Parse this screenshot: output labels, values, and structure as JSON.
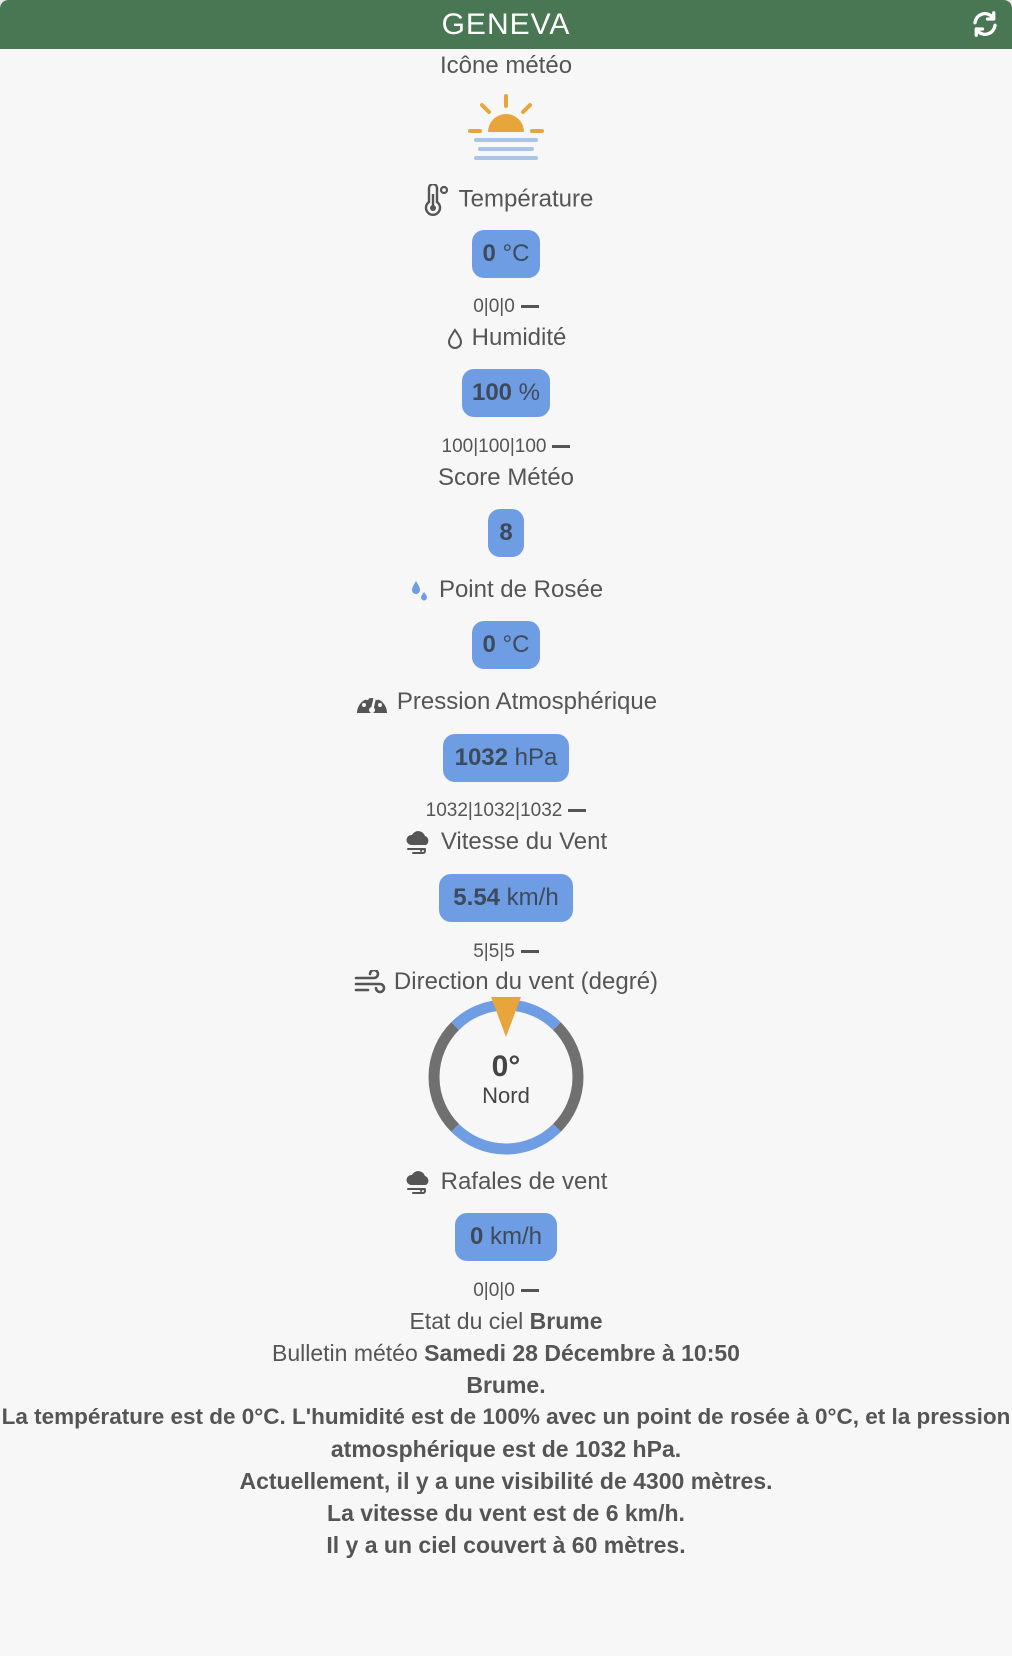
{
  "header": {
    "title": "GENEVA",
    "refresh_icon": "refresh-icon"
  },
  "weather_icon": {
    "label": "Icône météo",
    "icon": "sun-haze-icon"
  },
  "temperature": {
    "label": "Température",
    "value": "0",
    "unit": " °C",
    "minmax": "0|0|0",
    "icon": "thermometer-icon"
  },
  "humidity": {
    "label": "Humidité",
    "value": "100",
    "unit": " %",
    "minmax": "100|100|100",
    "icon": "droplet-icon"
  },
  "score": {
    "label": "Score Météo",
    "value": "8"
  },
  "dew_point": {
    "label": "Point de Rosée",
    "value": "0",
    "unit": " °C",
    "icon": "dew-drops-icon"
  },
  "pressure": {
    "label": "Pression Atmosphérique",
    "value": "1032",
    "unit": " hPa",
    "minmax": "1032|1032|1032",
    "icon": "gauge-icon"
  },
  "wind_speed": {
    "label": "Vitesse du Vent",
    "value": "5.54",
    "unit": " km/h",
    "minmax": "5|5|5",
    "icon": "cloud-wind-icon"
  },
  "wind_direction": {
    "label": "Direction du vent (degré)",
    "degrees": "0°",
    "cardinal": "Nord",
    "angle": 0,
    "icon": "wind-icon",
    "colors": {
      "ring_blue": "#6f9de3",
      "ring_gray": "#707070",
      "pointer": "#e7a53c"
    }
  },
  "gusts": {
    "label": "Rafales de vent",
    "value": "0",
    "unit": " km/h",
    "minmax": "0|0|0",
    "icon": "cloud-wind-icon"
  },
  "sky": {
    "label": "Etat du ciel ",
    "value": "Brume"
  },
  "bulletin": {
    "label": "Bulletin météo ",
    "date": "Samedi 28 Décembre à 10:50",
    "lines": [
      "Brume.",
      "La température est de 0°C. L'humidité est de 100% avec un point de rosée à 0°C, et la pression",
      "atmosphérique est de 1032 hPa.",
      "Actuellement, il y a une visibilité de 4300 mètres.",
      "La vitesse du vent est de 6 km/h.",
      "Il y a un ciel couvert à 60 mètres."
    ]
  },
  "colors": {
    "header_bg": "#4a7753",
    "badge_bg": "#6f9de3",
    "text": "#555555",
    "accent_orange": "#e7a53c"
  }
}
